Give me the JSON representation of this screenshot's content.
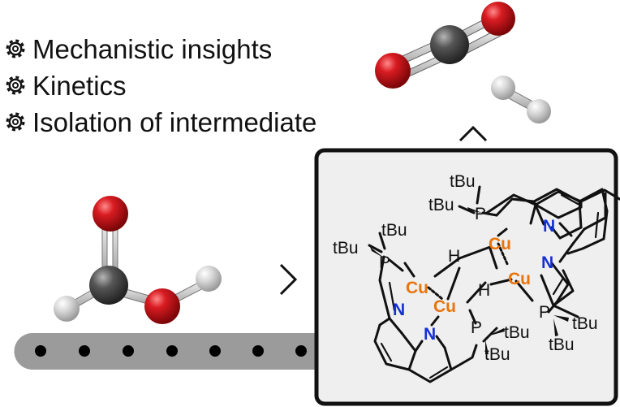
{
  "bullets": [
    {
      "icon": "gear-icon",
      "text": "Mechanistic insights"
    },
    {
      "icon": "gear-icon",
      "text": "Kinetics"
    },
    {
      "icon": "gear-icon",
      "text": "Isolation of intermediate"
    }
  ],
  "atoms": {
    "cu": "Cu",
    "h": "H",
    "n": "N",
    "p": "P",
    "tbu": "tBu"
  },
  "colors": {
    "oxygen": "#c8151b",
    "carbon": "#555555",
    "hydrogen": "#d4d4d4",
    "copper_label": "#e8740c",
    "nitrogen_label": "#1530d6",
    "box_fill": "#efefef",
    "conveyor": "#9b9b9b"
  }
}
